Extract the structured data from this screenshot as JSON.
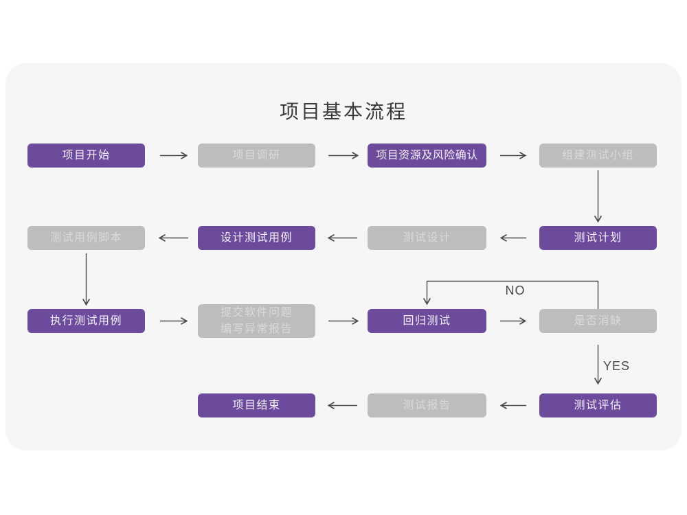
{
  "title": "项目基本流程",
  "colors": {
    "page_background": "#ffffff",
    "card_background": "#f6f6f7",
    "primary_node": "#6c4b9d",
    "primary_node_text": "#f4f0f9",
    "muted_node": "#bdbdbd",
    "muted_node_text": "#dadada",
    "arrow": "#4d4d4d",
    "title_text": "#3a3a3a"
  },
  "nodes": [
    {
      "id": "project-start",
      "label": "项目开始",
      "variant": "primary"
    },
    {
      "id": "project-research",
      "label": "项目调研",
      "variant": "muted"
    },
    {
      "id": "resources-risk",
      "label": "项目资源及风险确认",
      "variant": "primary"
    },
    {
      "id": "build-test-team",
      "label": "组建测试小组",
      "variant": "muted"
    },
    {
      "id": "test-plan",
      "label": "测试计划",
      "variant": "primary"
    },
    {
      "id": "test-design",
      "label": "测试设计",
      "variant": "muted"
    },
    {
      "id": "design-test-cases",
      "label": "设计测试用例",
      "variant": "primary"
    },
    {
      "id": "test-case-script",
      "label": "测试用例脚本",
      "variant": "muted"
    },
    {
      "id": "execute-test-cases",
      "label": "执行测试用例",
      "variant": "primary"
    },
    {
      "id": "submit-issues",
      "label": "提交软件问题\n编写异常报告",
      "variant": "muted"
    },
    {
      "id": "regression-test",
      "label": "回归测试",
      "variant": "primary"
    },
    {
      "id": "defect-cleared",
      "label": "是否消缺",
      "variant": "muted"
    },
    {
      "id": "test-evaluation",
      "label": "测试评估",
      "variant": "primary"
    },
    {
      "id": "test-report",
      "label": "测试报告",
      "variant": "muted"
    },
    {
      "id": "project-end",
      "label": "项目结束",
      "variant": "primary"
    }
  ],
  "edge_labels": {
    "no": "NO",
    "yes": "YES"
  },
  "edges": [
    {
      "from": "project-start",
      "to": "project-research"
    },
    {
      "from": "project-research",
      "to": "resources-risk"
    },
    {
      "from": "resources-risk",
      "to": "build-test-team"
    },
    {
      "from": "build-test-team",
      "to": "test-plan"
    },
    {
      "from": "test-plan",
      "to": "test-design"
    },
    {
      "from": "test-design",
      "to": "design-test-cases"
    },
    {
      "from": "design-test-cases",
      "to": "test-case-script"
    },
    {
      "from": "test-case-script",
      "to": "execute-test-cases"
    },
    {
      "from": "execute-test-cases",
      "to": "submit-issues"
    },
    {
      "from": "submit-issues",
      "to": "regression-test"
    },
    {
      "from": "regression-test",
      "to": "defect-cleared"
    },
    {
      "from": "defect-cleared",
      "to": "regression-test",
      "label": "NO"
    },
    {
      "from": "defect-cleared",
      "to": "test-evaluation",
      "label": "YES"
    },
    {
      "from": "test-evaluation",
      "to": "test-report"
    },
    {
      "from": "test-report",
      "to": "project-end"
    }
  ]
}
